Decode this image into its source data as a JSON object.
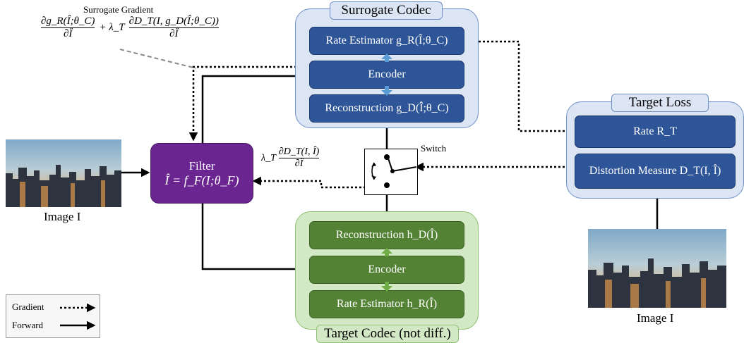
{
  "surrogate_gradient": {
    "title": "Surrogate Gradient",
    "formula_part1_num": "∂g_R(Î;θ_C)",
    "formula_part1_den": "∂Î",
    "formula_plus": "+ λ_T",
    "formula_part2_num": "∂D_T(I, g_D(Î;θ_C))",
    "formula_part2_den": "∂Î"
  },
  "surrogate_codec": {
    "title": "Surrogate Codec",
    "rate_estimator": "Rate Estimator  g_R(Î;θ_C)",
    "encoder": "Encoder",
    "reconstruction": "Reconstruction g_D(Î;θ_C)"
  },
  "target_codec": {
    "title": "Target Codec (not diff.)",
    "reconstruction": "Reconstruction  h_D(Î)",
    "encoder": "Encoder",
    "rate_estimator": "Rate Estimator  h_R(Î)"
  },
  "target_loss": {
    "title": "Target Loss",
    "rate": "Rate R_T",
    "distortion": "Distortion Measure D_T(I, Î)"
  },
  "filter": {
    "title": "Filter",
    "formula": "Î = f_F(I;θ_F)"
  },
  "switch": {
    "label": "Switch"
  },
  "target_grad": {
    "prefix": "λ_T",
    "num": "∂D_T(I, Î)",
    "den": "∂Î"
  },
  "image_left": {
    "label": "Image I"
  },
  "image_right": {
    "label": "Image I"
  },
  "legend": {
    "gradient": "Gradient",
    "forward": "Forward"
  },
  "colors": {
    "surrogate_block": "#2e5597",
    "target_block": "#548235",
    "filter": "#6a2590",
    "surrogate_panel": "#dbe5f4",
    "target_panel": "#d3e8c4"
  }
}
